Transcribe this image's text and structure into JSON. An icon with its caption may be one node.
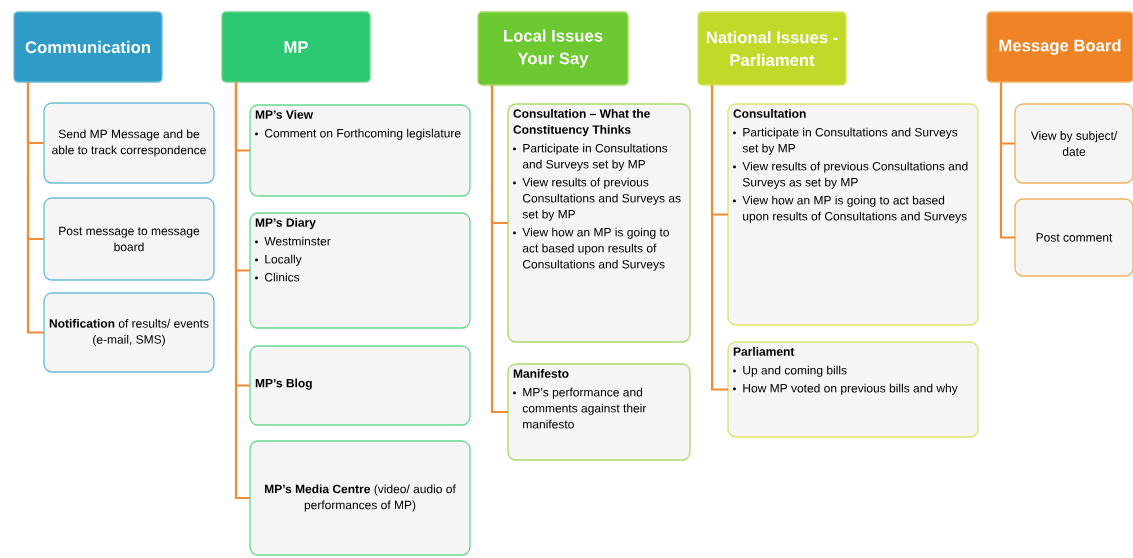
{
  "diagram": {
    "nodes": [
      {
        "text": [
          "Communication"
        ]
      },
      {
        "text": [
          "Send MP Message and be able to track correspondence"
        ]
      },
      {
        "text": [
          "Post message to message board"
        ]
      },
      {
        "text": [
          "**Notification** of results/ events (e-mail, SMS)"
        ]
      },
      {
        "text": [
          "MP"
        ]
      },
      {
        "text": [
          "MP’s View",
          "Comment on Forthcoming legislature"
        ]
      },
      {
        "text": [
          "MP’s Diary",
          "Westminster",
          "Locally",
          "Clinics"
        ]
      },
      {
        "text": [
          "MP’s Blog"
        ]
      },
      {
        "text": [
          "**MP’s Media Centre** (video/ audio of performances of MP)"
        ]
      },
      {
        "text": [
          "Local Issues Your Say"
        ]
      },
      {
        "text": [
          "Consultation – What the Constituency Thinks",
          "Participate in Consultations and Surveys set by MP",
          "View results of previous Consultations and Surveys as set by MP",
          "View how an MP is going to act based upon results of Consultations and Surveys"
        ]
      },
      {
        "text": [
          "Manifesto",
          "MP’s performance and comments against their manifesto"
        ]
      },
      {
        "text": [
          "National Issues - Parliament"
        ]
      },
      {
        "text": [
          "Consultation",
          "Participate in Consultations and Surveys set by MP",
          "View results of previous Consultations and Surveys as set by MP",
          "View how an MP is going to act based upon results of Consultations and Surveys"
        ]
      },
      {
        "text": [
          "Parliament",
          "Up and coming bills",
          "How MP voted on previous bills and why"
        ]
      },
      {
        "text": [
          "Message Board"
        ]
      },
      {
        "text": [
          "View by subject/ date"
        ]
      },
      {
        "text": [
          "Post comment"
        ]
      }
    ],
    "edges": [
      {
        "from": 0,
        "to": 1,
        "arrow": "none"
      },
      {
        "from": 0,
        "to": 2,
        "arrow": "none"
      },
      {
        "from": 0,
        "to": 3,
        "arrow": "none"
      },
      {
        "from": 4,
        "to": 5,
        "arrow": "none"
      },
      {
        "from": 4,
        "to": 6,
        "arrow": "none"
      },
      {
        "from": 4,
        "to": 7,
        "arrow": "none"
      },
      {
        "from": 4,
        "to": 8,
        "arrow": "none"
      },
      {
        "from": 9,
        "to": 10,
        "arrow": "none"
      },
      {
        "from": 9,
        "to": 11,
        "arrow": "none"
      },
      {
        "from": 12,
        "to": 13,
        "arrow": "none"
      },
      {
        "from": 12,
        "to": 14,
        "arrow": "none"
      },
      {
        "from": 15,
        "to": 16,
        "arrow": "none"
      },
      {
        "from": 15,
        "to": 17,
        "arrow": "none"
      }
    ]
  }
}
